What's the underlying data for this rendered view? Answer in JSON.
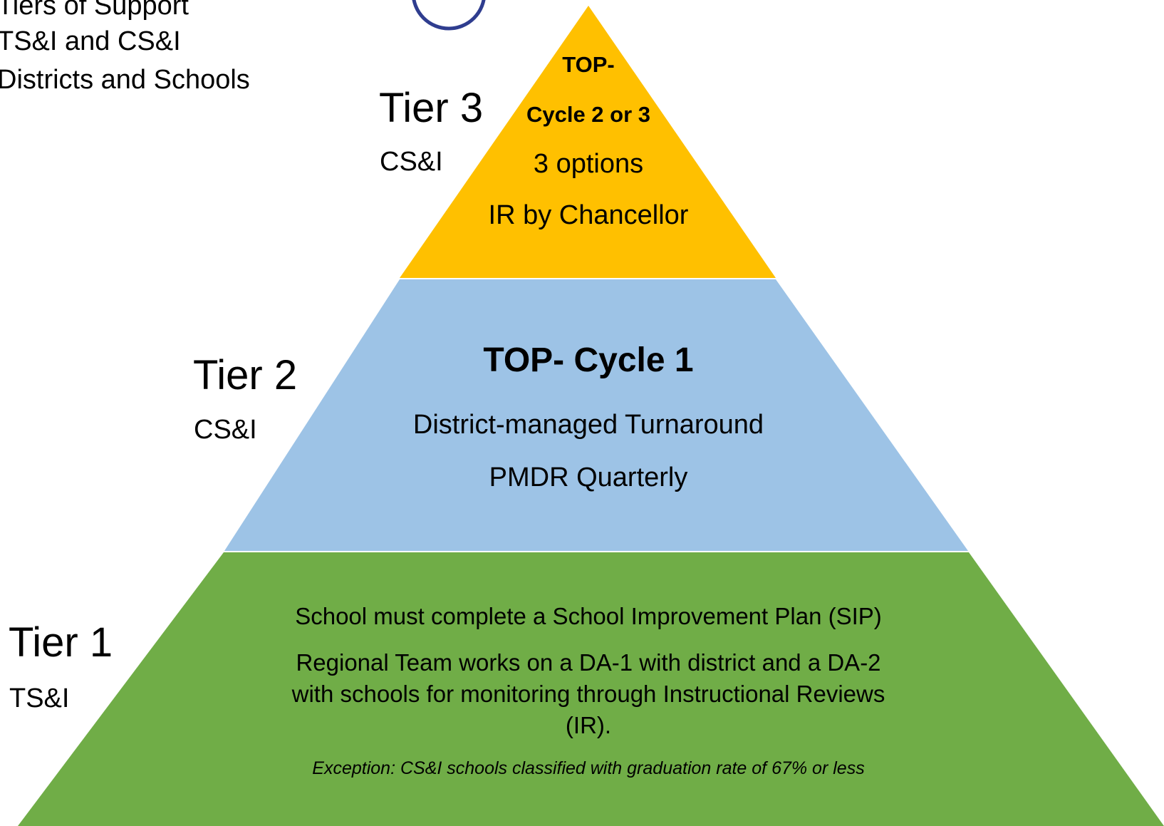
{
  "heading": {
    "lines": [
      "Tiers of Support",
      "TS&I and CS&I",
      "Districts and Schools"
    ]
  },
  "colors": {
    "tier3_fill": "#FFC000",
    "tier2_fill": "#9DC3E6",
    "tier1_fill": "#70AD47",
    "seal_stroke": "#2F3D8F"
  },
  "tier3": {
    "label": "Tier 3",
    "sub": "CS&I",
    "title_line1": "TOP-",
    "title_line2": "Cycle 2 or 3",
    "line1": "3 options",
    "line2": "IR by Chancellor"
  },
  "tier2": {
    "label": "Tier 2",
    "sub": "CS&I",
    "title": "TOP- Cycle 1",
    "line1": "District-managed Turnaround",
    "line2": "PMDR Quarterly"
  },
  "tier1": {
    "label": "Tier 1",
    "sub": "TS&I",
    "line1": "School must complete a School Improvement Plan (SIP)",
    "line2": "Regional Team works on a DA-1 with district and a DA-2",
    "line3": "with schools for monitoring through Instructional Reviews",
    "line4": "(IR).",
    "exception": "Exception: CS&I schools classified with graduation rate of 67% or less"
  }
}
